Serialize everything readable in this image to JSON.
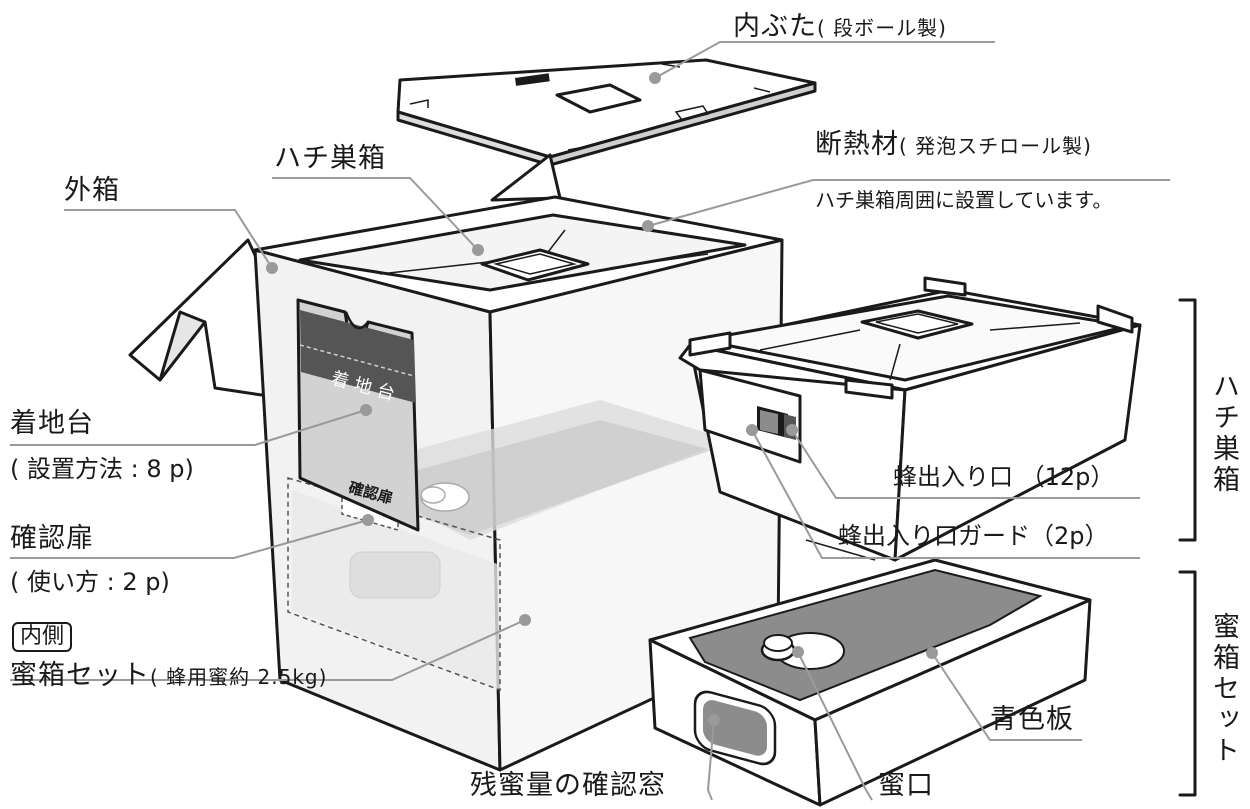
{
  "labels": {
    "inner_lid": "内ぶた",
    "inner_lid_note": "( 段ボール製)",
    "hive_box": "ハチ巣箱",
    "insulation": "断熱材",
    "insulation_note": "( 発泡スチロール製)",
    "insulation_desc": "ハチ巣箱周囲に設置しています。",
    "outer_box": "外箱",
    "landing_board": "着地台",
    "landing_board_ref": "( 設置方法 : 8 p)",
    "check_door": "確認扉",
    "check_door_ref": "( 使い方 : 2 p)",
    "inside_tag": "内側",
    "honey_box_set": "蜜箱セット",
    "honey_box_set_note": "( 蜂用蜜約 2.5kg)",
    "bee_entrance": "蜂出入り口 （12p）",
    "entrance_guard": "蜂出入り口ガード（2p）",
    "blue_plate": "青色板",
    "remaining_window": "残蜜量の確認窓",
    "honey_port": "蜜口",
    "bracket_hive": "ハチ巣箱",
    "bracket_honey": "蜜箱セット",
    "print_landing": "着 地 台",
    "print_check": "確認扉"
  },
  "colors": {
    "ink": "#1a1a1a",
    "line": "#9a9a9a",
    "dot": "#9a9a9a",
    "dark_panel": "#555555",
    "mid_panel": "#8c8c8c",
    "light_panel": "#d2d2d2",
    "pale_fill": "#efefef"
  }
}
